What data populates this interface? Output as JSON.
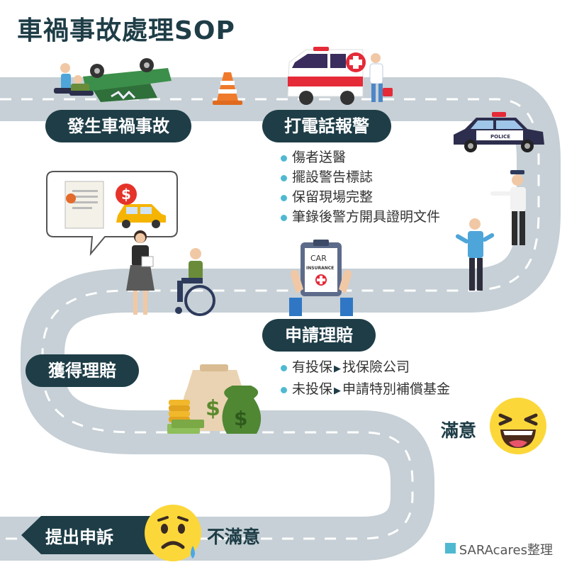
{
  "title": "車禍事故處理SOP",
  "steps": {
    "accident": "發生車禍事故",
    "call_police": "打電話報警",
    "apply_claim": "申請理賠",
    "get_claim": "獲得理賠",
    "complain": "提出申訴"
  },
  "police_actions": [
    "傷者送醫",
    "擺設警告標誌",
    "保留現場完整",
    "筆錄後警方開具證明文件"
  ],
  "claim_options": [
    {
      "condition": "有投保",
      "action": "找保險公司"
    },
    {
      "condition": "未投保",
      "action": "申請特別補償基金"
    }
  ],
  "outcomes": {
    "satisfied": "滿意",
    "unsatisfied": "不滿意"
  },
  "clipboard_text": {
    "line1": "CAR",
    "line2": "INSURANCE"
  },
  "police_car_text": "POLICE",
  "credit": "SARAcares整理",
  "colors": {
    "dark": "#1e3d47",
    "road": "#c6d0d6",
    "accent": "#4fb9d1",
    "emoji": "#fcd73a"
  }
}
